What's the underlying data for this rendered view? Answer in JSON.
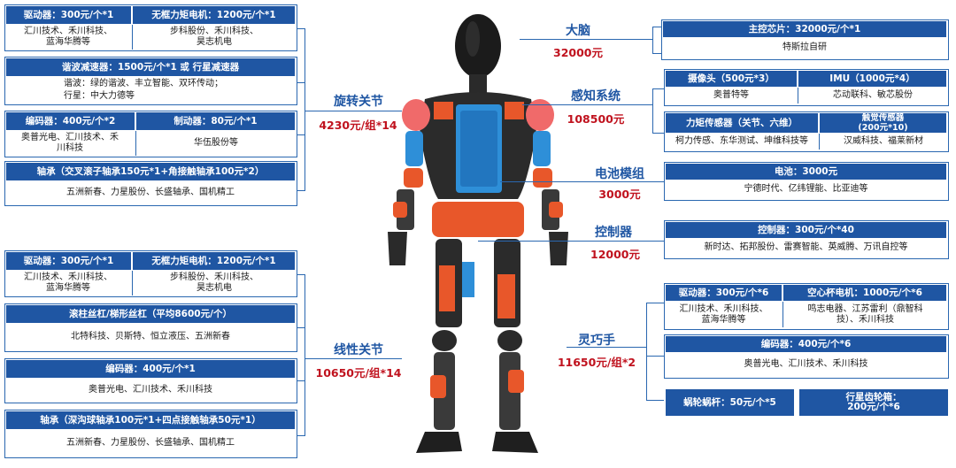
{
  "left_top": {
    "driver_header": "驱动器：300元/个*1",
    "motor_header": "无框力矩电机：1200元/个*1",
    "driver_suppliers": "汇川技术、禾川科技、\n蓝海华腾等",
    "motor_suppliers": "步科股份、禾川科技、\n昊志机电",
    "reducer_header": "谐波减速器：1500元/个*1 或 行星减速器",
    "reducer_line1": "谐波：绿的谐波、丰立智能、双环传动；",
    "reducer_line2": "行星：中大力德等",
    "encoder_header": "编码器：400元/个*2",
    "brake_header": "制动器：80元/个*1",
    "encoder_suppliers": "奥普光电、汇川技术、禾\n川科技",
    "brake_suppliers": "华伍股份等",
    "bearing_header": "轴承（交叉滚子轴承150元*1+角接触轴承100元*2）",
    "bearing_suppliers": "五洲新春、力星股份、长盛轴承、国机精工"
  },
  "left_bottom": {
    "driver_header": "驱动器：300元/个*1",
    "motor_header": "无框力矩电机：1200元/个*1",
    "driver_suppliers": "汇川技术、禾川科技、\n蓝海华腾等",
    "motor_suppliers": "步科股份、禾川科技、\n昊志机电",
    "screw_header": "滚柱丝杠/梯形丝杠（平均8600元/个）",
    "screw_suppliers": "北特科技、贝斯特、恒立液压、五洲新春",
    "encoder_header": "编码器：400元/个*1",
    "encoder_suppliers": "奥普光电、汇川技术、禾川科技",
    "bearing_header": "轴承（深沟球轴承100元*1+四点接触轴承50元*1）",
    "bearing_suppliers": "五洲新春、力星股份、长盛轴承、国机精工"
  },
  "labels": {
    "rotary": "旋转关节",
    "rotary_price": "4230元/组*14",
    "linear": "线性关节",
    "linear_price": "10650元/组*14",
    "brain": "大脑",
    "brain_price": "32000元",
    "sensing": "感知系统",
    "sensing_price": "108500元",
    "battery": "电池模组",
    "battery_price": "3000元",
    "controller": "控制器",
    "controller_price": "12000元",
    "hand": "灵巧手",
    "hand_price": "11650元/组*2"
  },
  "right": {
    "chip_header": "主控芯片：32000元/个*1",
    "chip_suppliers": "特斯拉自研",
    "camera_header": "摄像头（500元*3）",
    "imu_header": "IMU（1000元*4）",
    "camera_suppliers": "奥普特等",
    "imu_suppliers": "芯动联科、敏芯股份",
    "torque_header": "力矩传感器（关节、六维）",
    "tactile_header": "触觉传感器\n(200元*10)",
    "torque_suppliers": "柯力传感、东华测试、坤维科技等",
    "tactile_suppliers": "汉威科技、福莱新材",
    "battery_header": "电池：3000元",
    "battery_suppliers": "宁德时代、亿纬锂能、比亚迪等",
    "controller_header": "控制器：300元/个*40",
    "controller_suppliers": "新时达、拓邦股份、雷赛智能、英威腾、万讯自控等",
    "hand_driver_header": "驱动器：300元/个*6",
    "hand_motor_header": "空心杯电机：1000元/个*6",
    "hand_driver_suppliers": "汇川技术、禾川科技、\n蓝海华腾等",
    "hand_motor_suppliers": "鸣志电器、江苏雷利（鼎智科\n技）、禾川科技",
    "hand_encoder_header": "编码器：400元/个*6",
    "hand_encoder_suppliers": "奥普光电、汇川技术、禾川科技",
    "worm_header": "蜗轮蜗杆：50元/个*5",
    "planetary_header": "行星齿轮箱：\n200元/个*6"
  },
  "colors": {
    "header_blue": "#1f56a3",
    "label_blue": "#1f56a3",
    "price_red": "#c0121e",
    "joint_orange": "#e8572a",
    "joint_blue": "#2e8fd8"
  },
  "figure": {
    "icon": "humanoid-robot-figure"
  }
}
